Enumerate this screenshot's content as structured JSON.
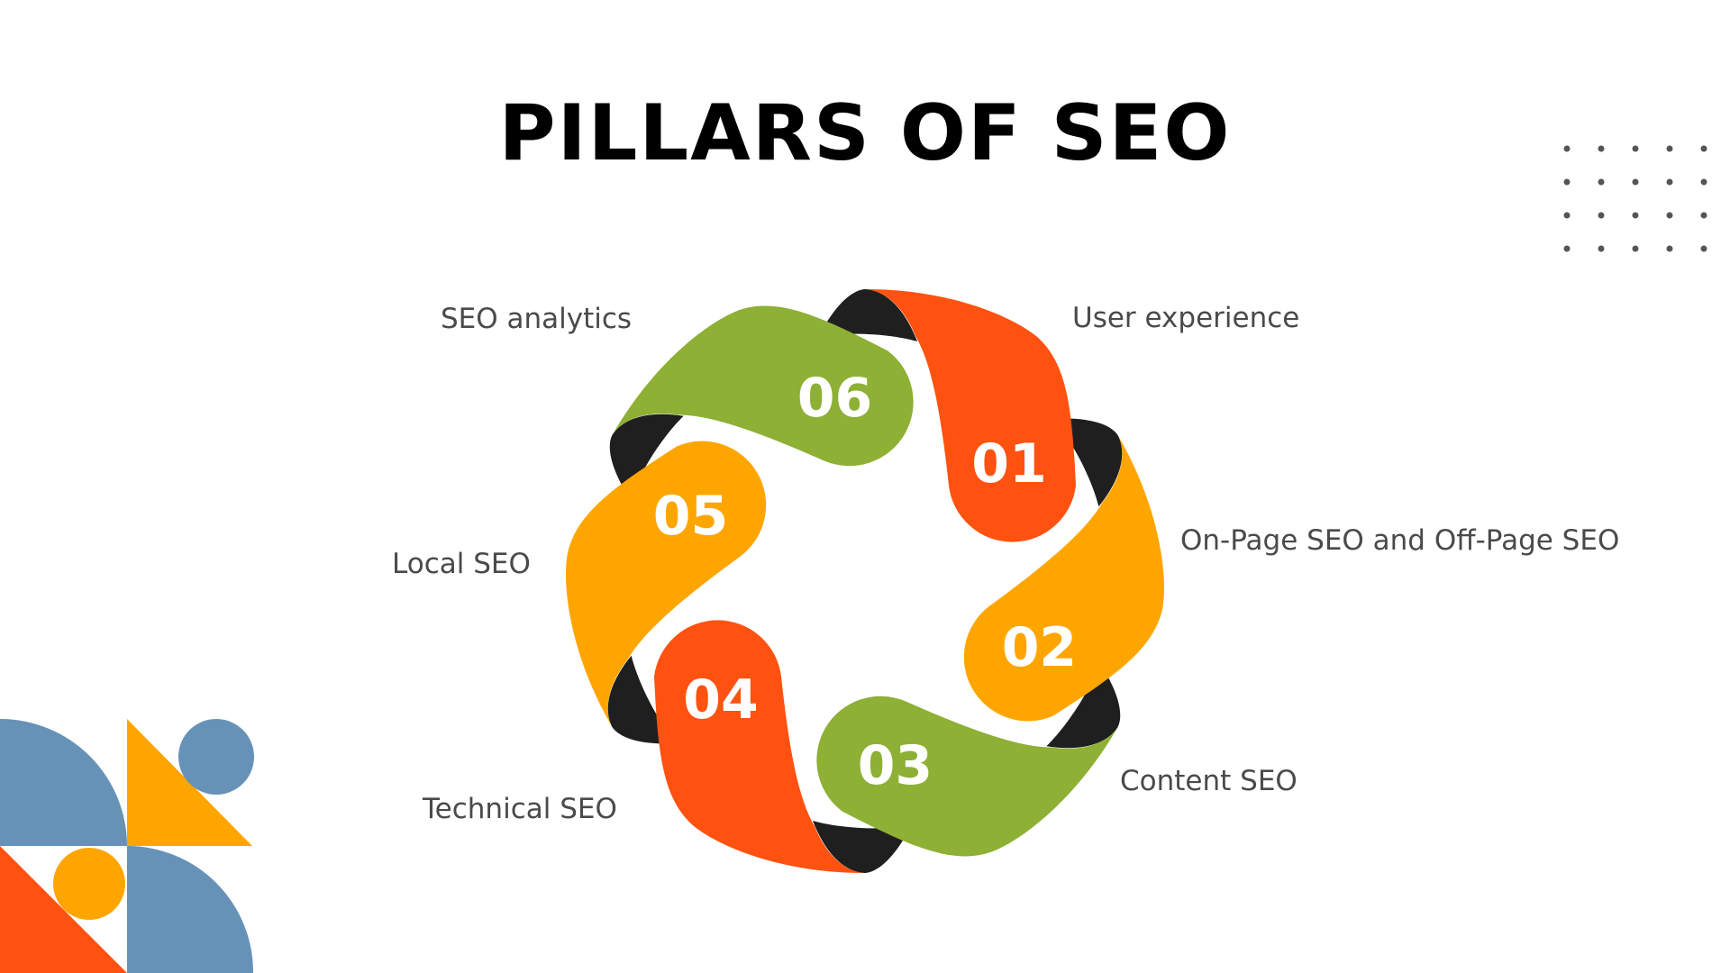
{
  "title": "PILLARS OF SEO",
  "colors": {
    "orange": "#FF5210",
    "amber": "#FFA500",
    "green": "#8DB035",
    "dark": "#1F1F1F",
    "blue": "#6792B8"
  },
  "pillars": [
    {
      "number": "01",
      "label": "User experience",
      "color": "#FF5210"
    },
    {
      "number": "02",
      "label": "On-Page SEO and Off-Page SEO",
      "color": "#FFA500"
    },
    {
      "number": "03",
      "label": "Content SEO",
      "color": "#8DB035"
    },
    {
      "number": "04",
      "label": "Technical SEO",
      "color": "#FF5210"
    },
    {
      "number": "05",
      "label": "Local SEO",
      "color": "#FFA500"
    },
    {
      "number": "06",
      "label": "SEO analytics",
      "color": "#8DB035"
    }
  ]
}
